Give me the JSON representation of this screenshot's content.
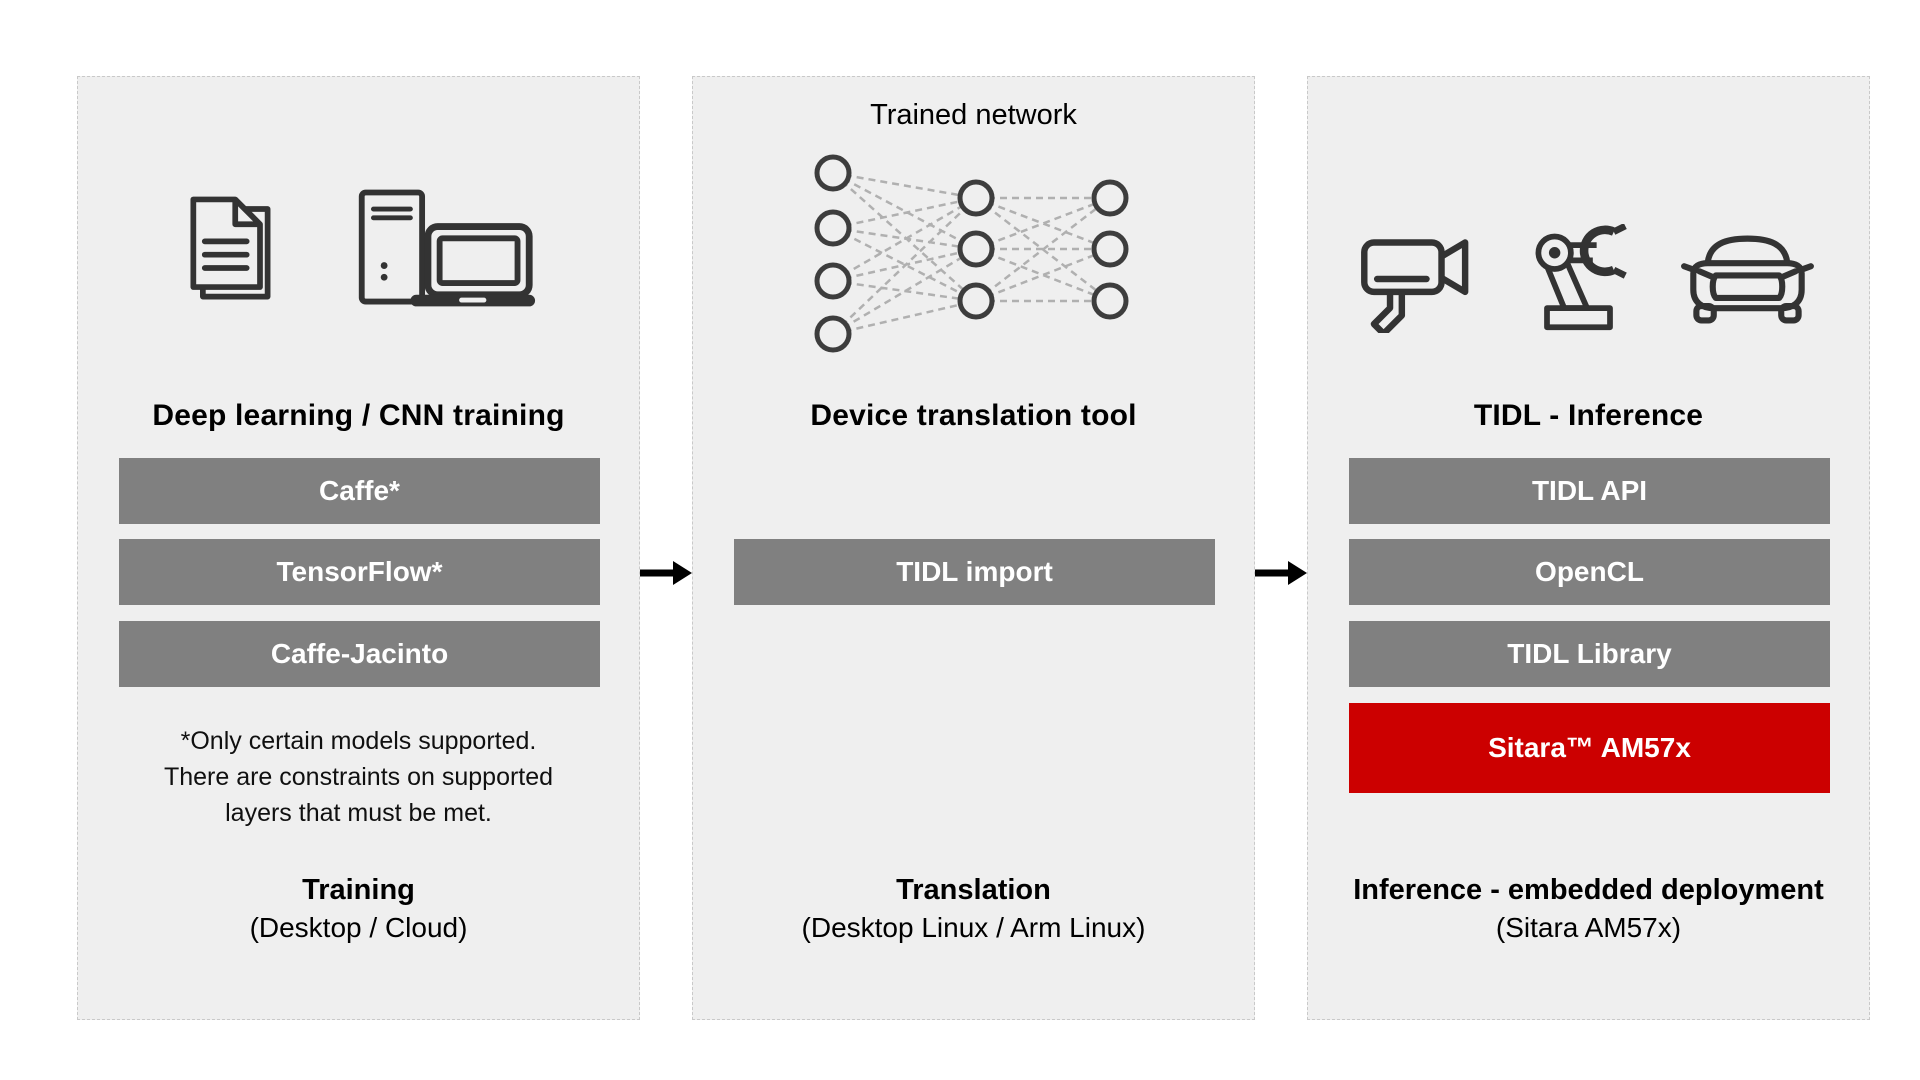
{
  "colors": {
    "panel_bg": "#efefef",
    "panel_border": "#c9c9c9",
    "button_gray": "#808080",
    "accent_red": "#cc0000",
    "icon_stroke": "#333333",
    "net_link": "#b0b0b0"
  },
  "left_panel": {
    "heading": "Deep learning / CNN training",
    "buttons": [
      "Caffe*",
      "TensorFlow*",
      "Caffe-Jacinto"
    ],
    "footnote_lines": [
      "*Only certain models supported.",
      "There are constraints on supported",
      "layers that must be met."
    ],
    "footer_title": "Training",
    "footer_sub": "(Desktop / Cloud)"
  },
  "middle_panel": {
    "network_title": "Trained network",
    "heading": "Device translation tool",
    "button": "TIDL import",
    "footer_title": "Translation",
    "footer_sub": "(Desktop Linux / Arm Linux)"
  },
  "right_panel": {
    "heading": "TIDL - Inference",
    "buttons": [
      "TIDL API",
      "OpenCL",
      "TIDL Library"
    ],
    "accent_button": "Sitara™ AM57x",
    "footer_title": "Inference - embedded deployment",
    "footer_sub": "(Sitara AM57x)"
  }
}
